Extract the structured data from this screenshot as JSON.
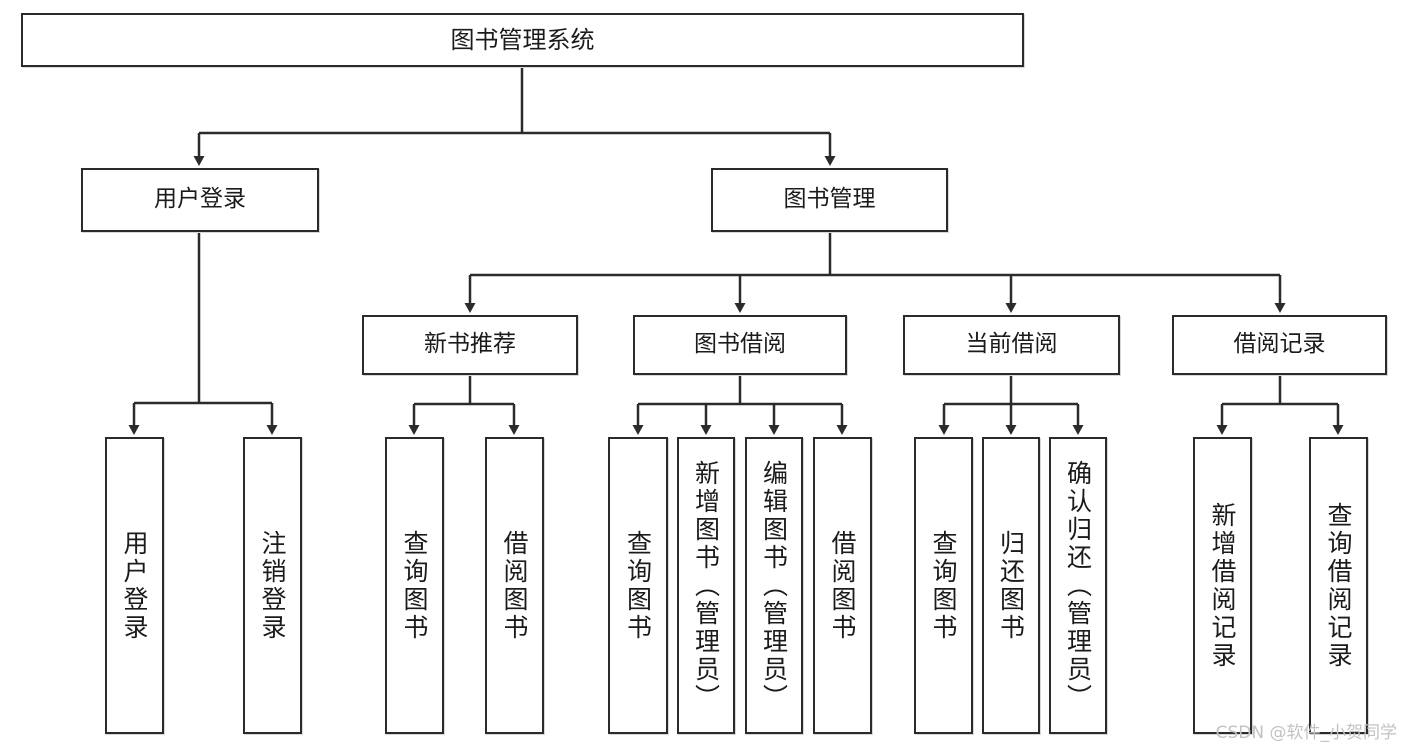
{
  "diagram": {
    "type": "tree",
    "title": "图书管理系统",
    "orientation": "top-down",
    "line_color": "#2b2b2b",
    "box_fill": "#ffffff",
    "text_color": "#1b1b1b"
  },
  "root": {
    "label": "图书管理系统"
  },
  "level2": {
    "user_login": {
      "label": "用户登录"
    },
    "book_manage": {
      "label": "图书管理"
    }
  },
  "level3": {
    "new_book_rec": {
      "label": "新书推荐"
    },
    "book_borrow": {
      "label": "图书借阅"
    },
    "current_borrow": {
      "label": "当前借阅"
    },
    "borrow_record": {
      "label": "借阅记录"
    }
  },
  "leaves": {
    "user_login": [
      {
        "label": "用户登录"
      },
      {
        "label": "注销登录"
      }
    ],
    "new_book_rec": [
      {
        "label": "查询图书"
      },
      {
        "label": "借阅图书"
      }
    ],
    "book_borrow": [
      {
        "label": "查询图书"
      },
      {
        "label": "新增图书（管理员）"
      },
      {
        "label": "编辑图书（管理员）"
      },
      {
        "label": "借阅图书"
      }
    ],
    "current_borrow": [
      {
        "label": "查询图书"
      },
      {
        "label": "归还图书"
      },
      {
        "label": "确认归还（管理员）"
      }
    ],
    "borrow_record": [
      {
        "label": "新增借阅记录"
      },
      {
        "label": "查询借阅记录"
      }
    ]
  },
  "watermark": {
    "text": "CSDN @软件_小贺同学"
  }
}
